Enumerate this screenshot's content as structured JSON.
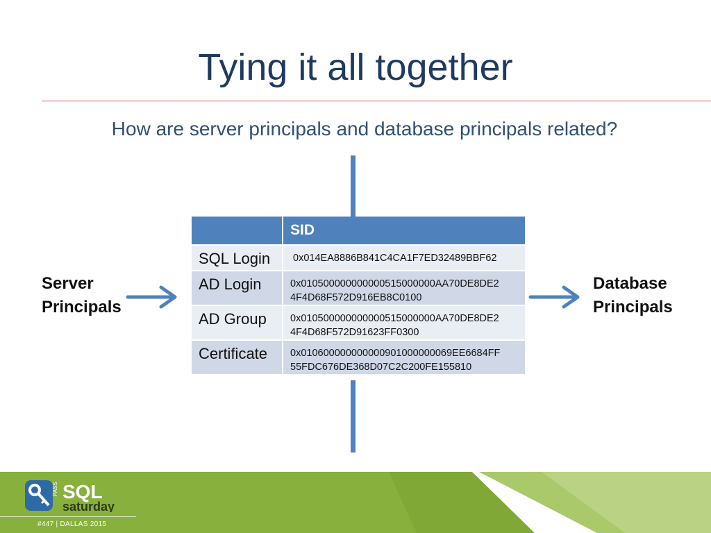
{
  "slide": {
    "title": "Tying it all together",
    "subtitle": "How are server principals and database principals related?"
  },
  "labels": {
    "server_principals_line1": "Server",
    "server_principals_line2": "Principals",
    "database_principals_line1": "Database",
    "database_principals_line2": "Principals"
  },
  "table": {
    "header": "SID",
    "rows": [
      {
        "label": "SQL Login",
        "line1": " 0x014EA8886B841C4CA1F7ED32489BBF62",
        "line2": ""
      },
      {
        "label": "AD Login",
        "line1": "0x010500000000000515000000AA70DE8DE2",
        "line2": "4F4D68F572D916EB8C0100"
      },
      {
        "label": "AD Group",
        "line1": "0x010500000000000515000000AA70DE8DE2",
        "line2": "4F4D68F572D91623FF0300"
      },
      {
        "label": "Certificate",
        "line1": "0x010600000000000901000000069EE6684FF",
        "line2": "55FDC676DE368D07C2C200FE155810"
      }
    ]
  },
  "footer": {
    "logo_pass": "PASS",
    "logo_sql": "SQL",
    "logo_saturday": "saturday",
    "event_number": "#447",
    "event_location": "DALLAS 2015"
  },
  "colors": {
    "accent_blue": "#4f81bd",
    "title_color": "#1f3a5f",
    "rule_red": "#e0504f",
    "footer_green": "#7fa836"
  },
  "icons": [
    "arrow-right-icon",
    "sql-saturday-logo"
  ]
}
